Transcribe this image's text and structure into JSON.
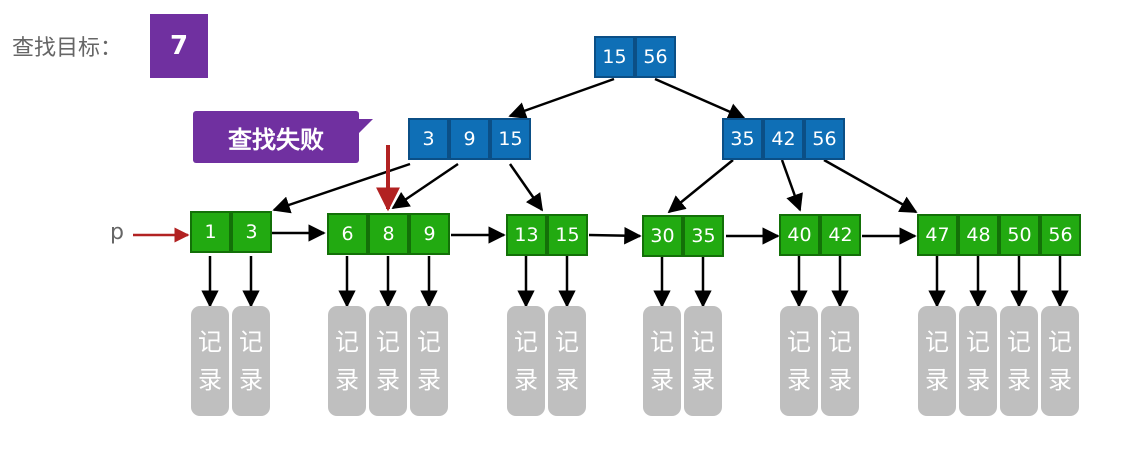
{
  "header": {
    "search_label": "查找目标：",
    "target_value": "7"
  },
  "callout": {
    "fail_text": "查找失败"
  },
  "pointer": {
    "label": "p"
  },
  "root": {
    "keys": [
      "15",
      "56"
    ]
  },
  "inner_nodes": [
    {
      "keys": [
        "3",
        "9",
        "15"
      ]
    },
    {
      "keys": [
        "35",
        "42",
        "56"
      ]
    }
  ],
  "leaves": [
    {
      "keys": [
        "1",
        "3"
      ]
    },
    {
      "keys": [
        "6",
        "8",
        "9"
      ]
    },
    {
      "keys": [
        "13",
        "15"
      ]
    },
    {
      "keys": [
        "30",
        "35"
      ]
    },
    {
      "keys": [
        "40",
        "42"
      ]
    },
    {
      "keys": [
        "47",
        "48",
        "50",
        "56"
      ]
    }
  ],
  "record_text": {
    "line1": "记",
    "line2": "录"
  },
  "colors": {
    "inner_fill": "#0f6fb6",
    "leaf_fill": "#22aa11",
    "record_fill": "#bfbfbf",
    "callout_fill": "#7030a0",
    "fail_arrow": "#b22222",
    "edge": "#000000"
  }
}
